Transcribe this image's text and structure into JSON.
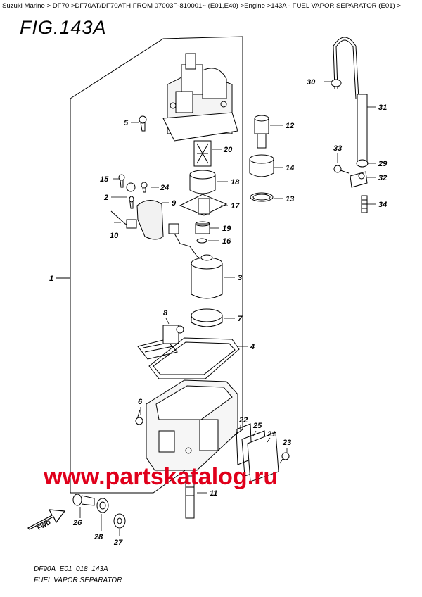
{
  "breadcrumb": "Suzuki Marine > DF70 >DF70AT/DF70ATH FROM 07003F-810001~ (E01,E40) >Engine >143A - FUEL VAPOR SEPARATOR (E01) >",
  "figure_title": "FIG.143A",
  "callouts": {
    "c1": "1",
    "c2": "2",
    "c3": "3",
    "c4": "4",
    "c5": "5",
    "c6": "6",
    "c7": "7",
    "c8": "8",
    "c9": "9",
    "c10": "10",
    "c11": "11",
    "c12": "12",
    "c13": "13",
    "c14": "14",
    "c15": "15",
    "c16": "16",
    "c17": "17",
    "c18": "18",
    "c19": "19",
    "c20": "20",
    "c21": "21",
    "c22": "22",
    "c23": "23",
    "c24": "24",
    "c25": "25",
    "c26": "26",
    "c27": "27",
    "c28": "28",
    "c29": "29",
    "c30": "30",
    "c31": "31",
    "c32": "32",
    "c33": "33",
    "c34": "34"
  },
  "fwd_label": "FWD",
  "watermark": "www.partskatalog.ru",
  "watermark_color": "#e0001b",
  "drawing_code": "DF90A_E01_018_143A",
  "caption": "FUEL VAPOR SEPARATOR"
}
